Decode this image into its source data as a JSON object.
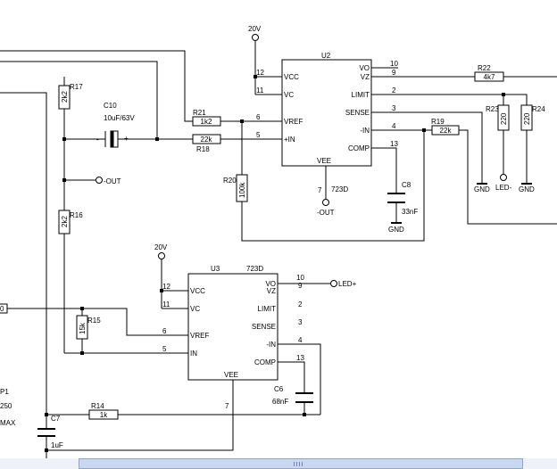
{
  "u2": {
    "ref": "U2",
    "part": "723D",
    "pins": {
      "vcc": "VCC",
      "vc": "VC",
      "vref": "VREF",
      "in_plus": "+IN",
      "vee": "VEE",
      "vo": "VO",
      "vz": "VZ",
      "limit": "LIMIT",
      "sense": "SENSE",
      "in_minus": "-IN",
      "comp": "COMP"
    },
    "pin_numbers": {
      "vcc": "12",
      "vc": "11",
      "vref": "6",
      "in_plus": "5",
      "vee": "7",
      "vo": "10",
      "vz": "9",
      "limit": "2",
      "sense": "3",
      "in_minus": "4",
      "comp": "13"
    }
  },
  "u3": {
    "ref": "U3",
    "part": "723D",
    "pins": {
      "vcc": "VCC",
      "vc": "VC",
      "vref": "VREF",
      "in_plus": "IN",
      "vee": "VEE",
      "vo": "VO",
      "vz": "VZ",
      "limit": "LIMIT",
      "sense": "SENSE",
      "in_minus": "-IN",
      "comp": "COMP"
    },
    "pin_numbers": {
      "vcc": "12",
      "vc": "11",
      "vref": "6",
      "in_plus": "5",
      "vee": "7",
      "vo": "10",
      "vz": "9",
      "limit": "2",
      "sense": "3",
      "in_minus": "4",
      "comp": "13"
    }
  },
  "supplies": {
    "u2_vcc": "20V",
    "u3_vcc": "20V"
  },
  "nets": {
    "out": "-OUT",
    "out2": "-OUT",
    "led_plus": "LED+",
    "led_minus": "LED-",
    "gnd_c8": "GND",
    "gnd_r23": "GND",
    "gnd_r24": "GND"
  },
  "resistors": {
    "r14": {
      "ref": "R14",
      "value": "1k"
    },
    "r15": {
      "ref": "R15",
      "value": "15k"
    },
    "r16": {
      "ref": "R16",
      "value": "2k2"
    },
    "r17": {
      "ref": "R17",
      "value": "2k2"
    },
    "r18": {
      "ref": "R18",
      "value": "22k"
    },
    "r19": {
      "ref": "R19",
      "value": "22k"
    },
    "r20": {
      "ref": "R20",
      "value": "100k"
    },
    "r21": {
      "ref": "R21",
      "value": "1k2"
    },
    "r22": {
      "ref": "R22",
      "value": "4k7"
    },
    "r23": {
      "ref": "R23",
      "value": "220"
    },
    "r24": {
      "ref": "R24",
      "value": "220"
    }
  },
  "capacitors": {
    "c6": {
      "ref": "C6",
      "value": "68nF"
    },
    "c7": {
      "ref": "C7",
      "value": "1uF"
    },
    "c8": {
      "ref": "C8",
      "value": "33nF"
    },
    "c10": {
      "ref": "C10",
      "value": "10uF/63V",
      "polarity": "+"
    }
  },
  "clipped": {
    "p1_ref": "P1",
    "p1_value": "250",
    "max_label": "MAX",
    "left_edge_label": "0"
  }
}
